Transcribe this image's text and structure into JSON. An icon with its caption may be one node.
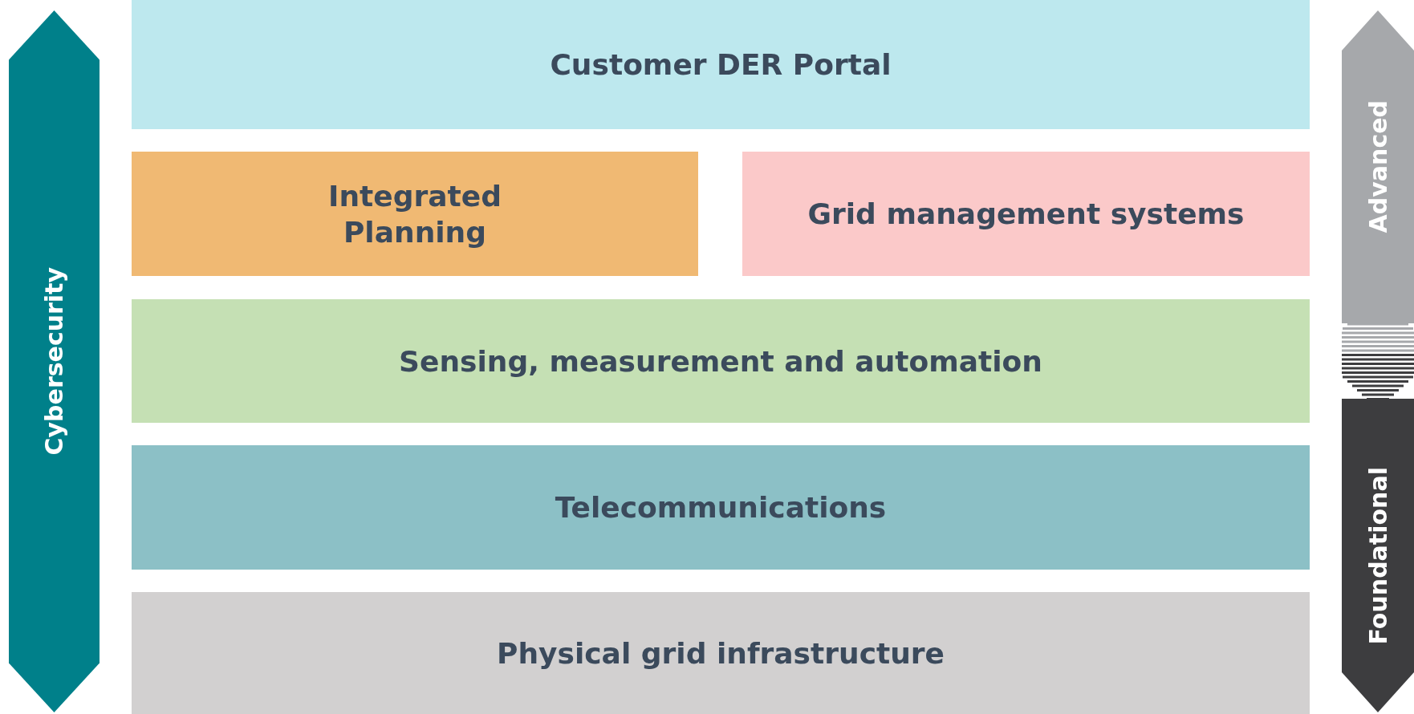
{
  "diagram": {
    "nodes": [
      {
        "text": [
          "Cybersecurity"
        ]
      },
      {
        "text": [
          "Customer DER Portal"
        ]
      },
      {
        "text": [
          "Integrated Planning"
        ]
      },
      {
        "text": [
          "Grid management systems"
        ]
      },
      {
        "text": [
          "Sensing, measurement and automation"
        ]
      },
      {
        "text": [
          "Telecommunications"
        ]
      },
      {
        "text": [
          "Physical grid infrastructure"
        ]
      },
      {
        "text": [
          "Advanced"
        ]
      },
      {
        "text": [
          "Foundational"
        ]
      }
    ]
  }
}
